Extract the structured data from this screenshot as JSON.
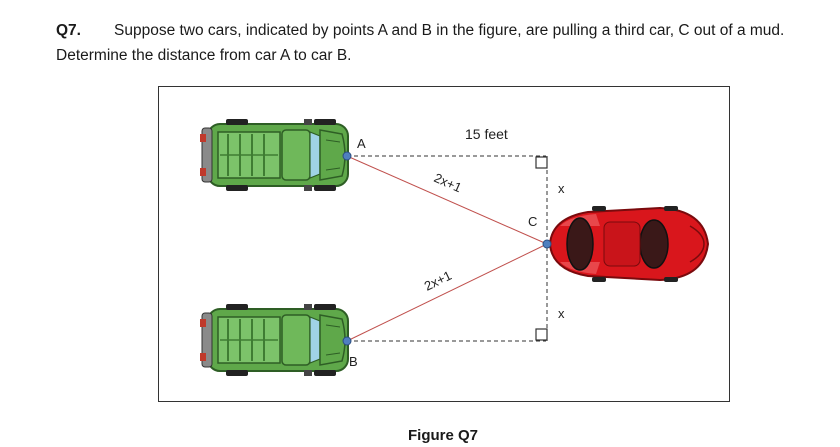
{
  "question": {
    "number": "Q7.",
    "text": "Suppose two cars, indicated by points A and B in the figure, are pulling a third car, C out of a mud. Determine the distance from car A to car B."
  },
  "figure": {
    "labels": {
      "point_a": "A",
      "point_b": "B",
      "point_c": "C",
      "distance": "15 feet",
      "rope_top": "2x+1",
      "rope_bottom": "2x+1",
      "x_top": "x",
      "x_bottom": "x"
    },
    "caption": "Figure Q7"
  },
  "colors": {
    "rope": "#c0504d",
    "point": "#4f7fbf",
    "green_car": "#6aa84f",
    "red_car": "#d9161c"
  }
}
